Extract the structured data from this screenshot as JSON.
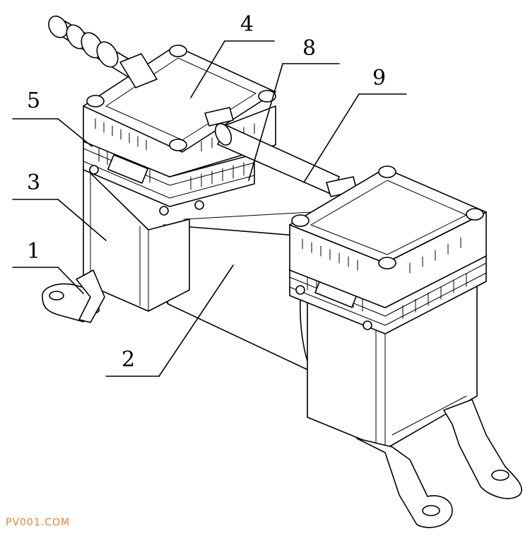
{
  "labels": {
    "l1": "1",
    "l2": "2",
    "l3": "3",
    "l4": "4",
    "l5": "5",
    "l8": "8",
    "l9": "9"
  },
  "watermark": "PV001.COM",
  "colors": {
    "line": "#000000",
    "watermark": "#e87f2c",
    "background": "#ffffff"
  }
}
